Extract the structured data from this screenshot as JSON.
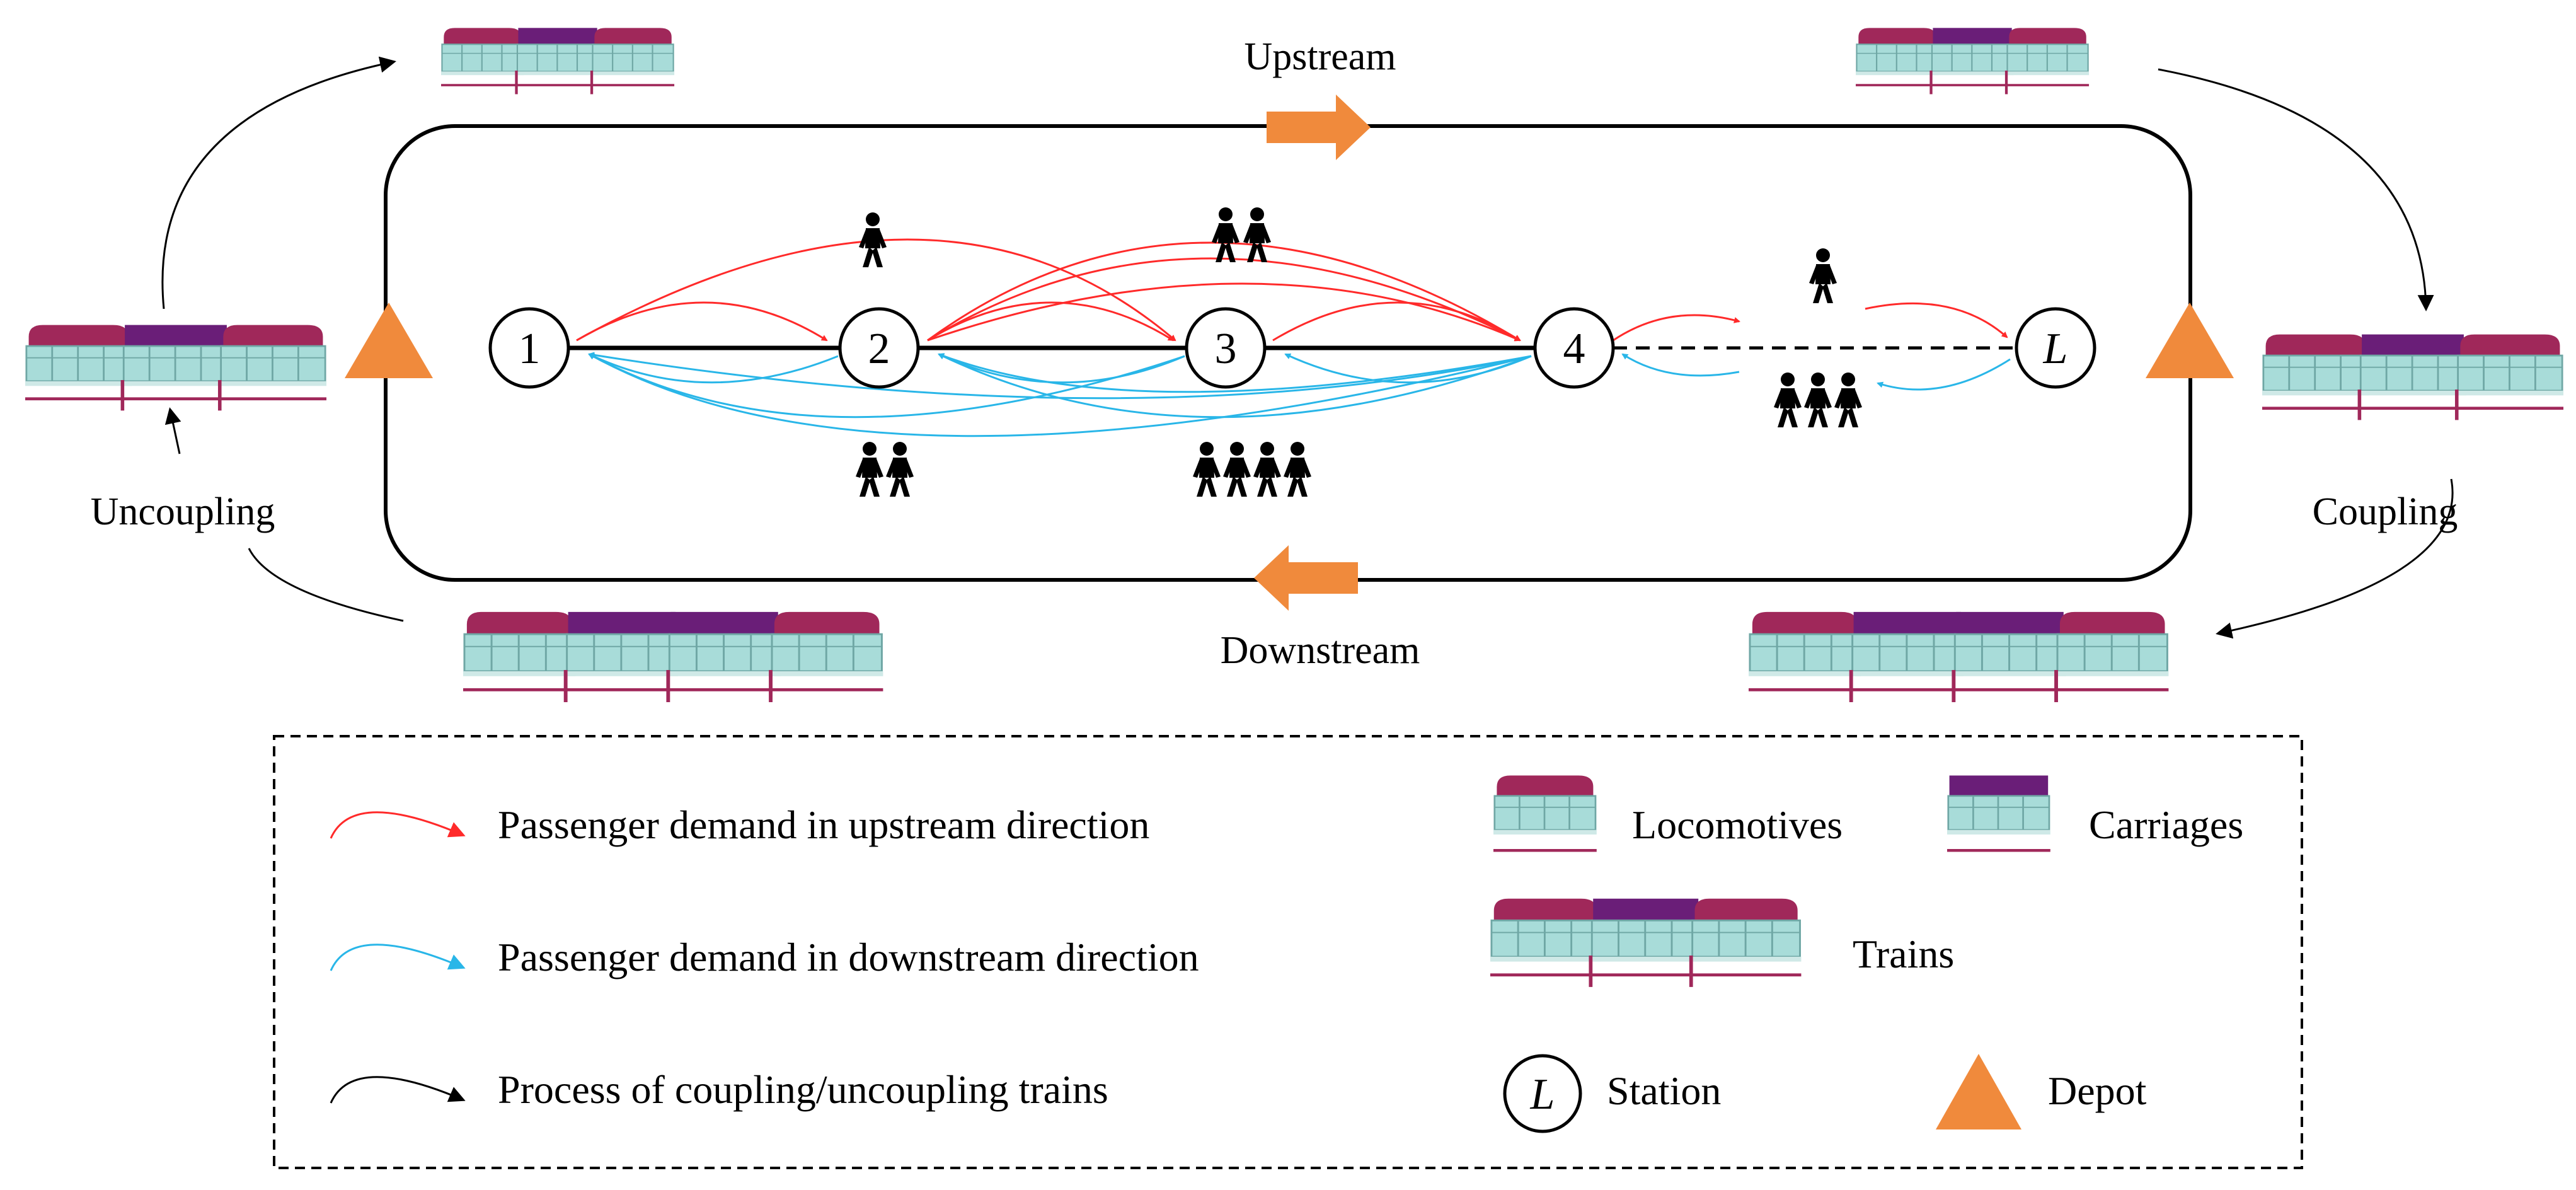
{
  "labels": {
    "upstream": "Upstream",
    "downstream": "Downstream",
    "coupling": "Coupling",
    "uncoupling": "Uncoupling"
  },
  "stations": [
    "1",
    "2",
    "3",
    "4",
    "L"
  ],
  "legend": {
    "upstream_demand": "Passenger demand in upstream direction",
    "downstream_demand": "Passenger demand in downstream direction",
    "process": "Process of coupling/uncoupling trains",
    "locomotives": "Locomotives",
    "carriages": "Carriages",
    "trains": "Trains",
    "station": "Station",
    "depot": "Depot"
  },
  "colors": {
    "upstream": "#ff2a2a",
    "downstream": "#29b6e8",
    "depot": "#f08a3c",
    "locomotive_roof": "#a0285a",
    "carriage_roof": "#6a1e78",
    "window": "#a8dcd9",
    "rail": "#a0285a"
  }
}
